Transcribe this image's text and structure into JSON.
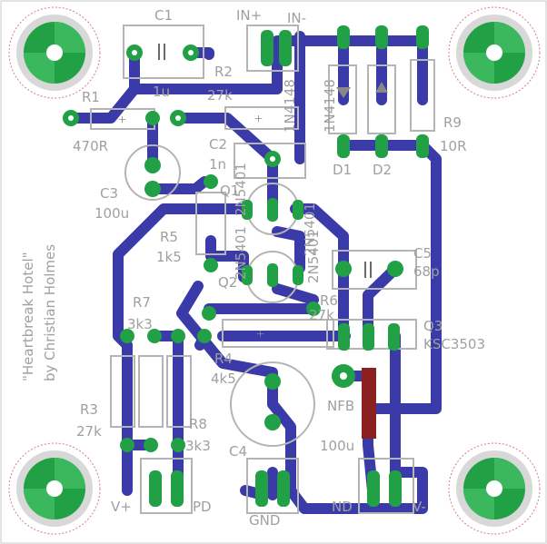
{
  "title_line1": "\"Heartbreak Hotel\"",
  "title_line2": "by Christian Holmes",
  "components": {
    "C1": {
      "ref": "C1",
      "value": "1u"
    },
    "C2": {
      "ref": "C2",
      "value": "1n"
    },
    "C3": {
      "ref": "C3",
      "value": "100u"
    },
    "C4": {
      "ref": "C4",
      "value": "100u"
    },
    "C5": {
      "ref": "C5",
      "value": "68p"
    },
    "R1": {
      "ref": "R1",
      "value": "470R"
    },
    "R2": {
      "ref": "R2",
      "value": "27k"
    },
    "R3": {
      "ref": "R3",
      "value": "27k"
    },
    "R4": {
      "ref": "R4",
      "value": "4k5"
    },
    "R5": {
      "ref": "R5",
      "value": "1k5"
    },
    "R6": {
      "ref": "R6",
      "value": "27k"
    },
    "R7": {
      "ref": "R7",
      "value": "3k3"
    },
    "R8": {
      "ref": "R8",
      "value": "3k3"
    },
    "R9": {
      "ref": "R9",
      "value": "10R"
    },
    "D1": {
      "ref": "D1",
      "value": "1N4148"
    },
    "D2": {
      "ref": "D2",
      "value": "1N4148"
    },
    "Q1": {
      "ref": "Q1",
      "value": "2N5401"
    },
    "Q2": {
      "ref": "Q2",
      "value": "2N5401"
    },
    "Q3": {
      "ref": "Q3",
      "value": "KSC3503"
    }
  },
  "connectors": {
    "in_plus": "IN+",
    "in_minus": "IN-",
    "v_plus": "V+",
    "pd": "PD",
    "gnd": "GND",
    "nd": "ND",
    "v_minus": "V-",
    "nfb": "NFB"
  },
  "colors": {
    "track": "#3a3aa8",
    "pad": "#22a045",
    "via": "#8b2020",
    "silkscreen": "#b4b4b4",
    "label": "#a0a0a0"
  }
}
